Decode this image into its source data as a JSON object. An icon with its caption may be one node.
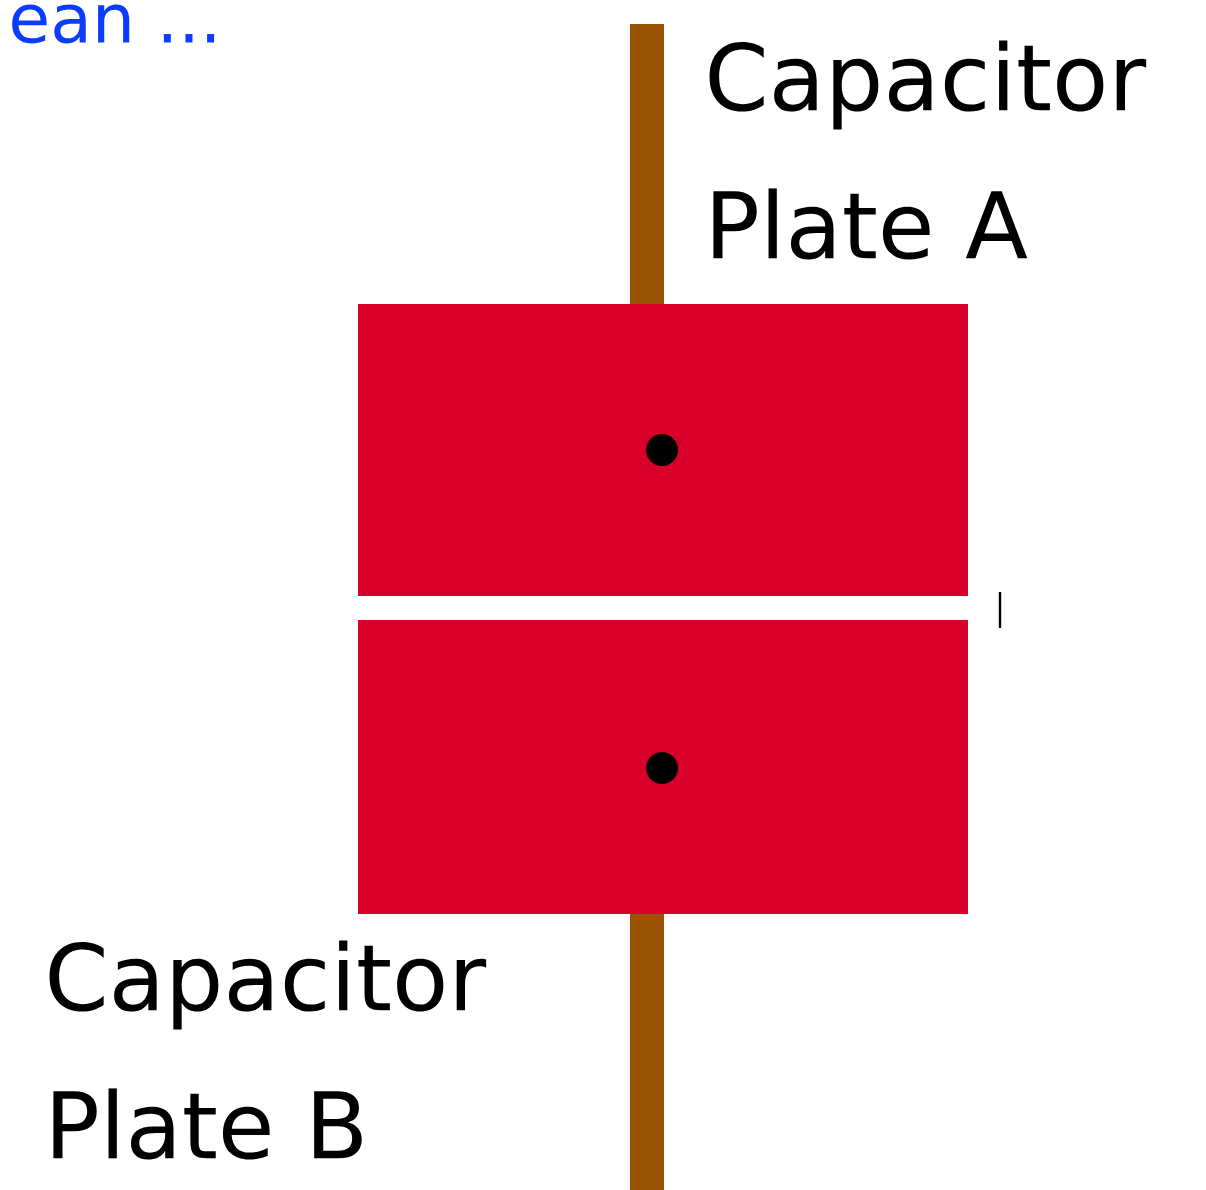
{
  "diagram": {
    "nodes": [
      {
        "text": [],
        "shape": "box",
        "beside": [
          "Capacitor Plate A"
        ]
      },
      {
        "text": [],
        "shape": "box",
        "beside": [
          "Capacitor Plate B"
        ]
      }
    ],
    "labels": [
      "ean ..."
    ]
  }
}
